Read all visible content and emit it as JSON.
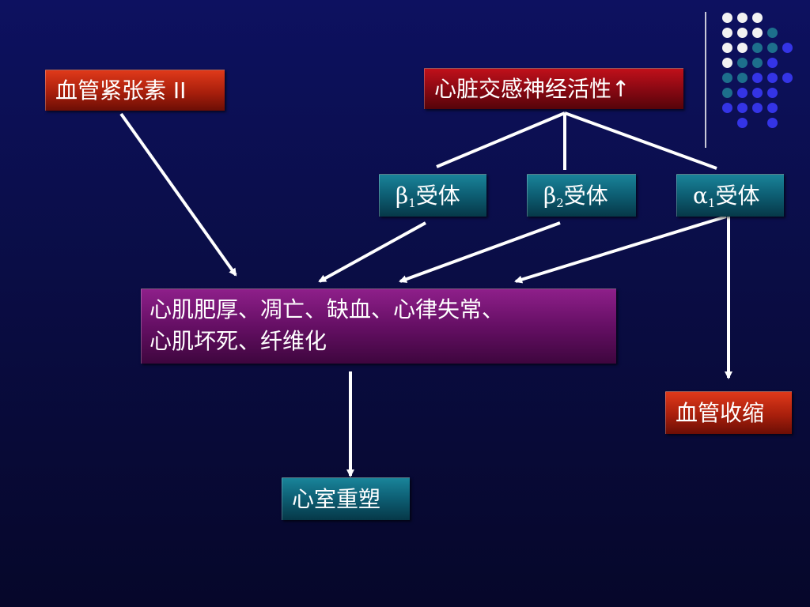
{
  "nodes": {
    "angiotensin": "血管紧张素 II",
    "sympathetic": "心脏交感神经活性↑",
    "beta1": {
      "symbol": "β",
      "subscript": "1",
      "text": "受体"
    },
    "beta2": {
      "symbol": "β",
      "subscript": "2",
      "text": "受体"
    },
    "alpha1": {
      "symbol": "α",
      "subscript": "1",
      "text": "受体"
    },
    "effects_line1": "心肌肥厚、凋亡、缺血、心律失常、",
    "effects_line2": "心肌坏死、纤维化",
    "vasoconstriction": "血管收缩",
    "remodeling": "心室重塑"
  },
  "colors": {
    "red_box": "#b32410",
    "dark_red_box": "#8a0a14",
    "teal_box": "#0d5d72",
    "purple_box": "#650f64",
    "arrow": "#ffffff"
  }
}
